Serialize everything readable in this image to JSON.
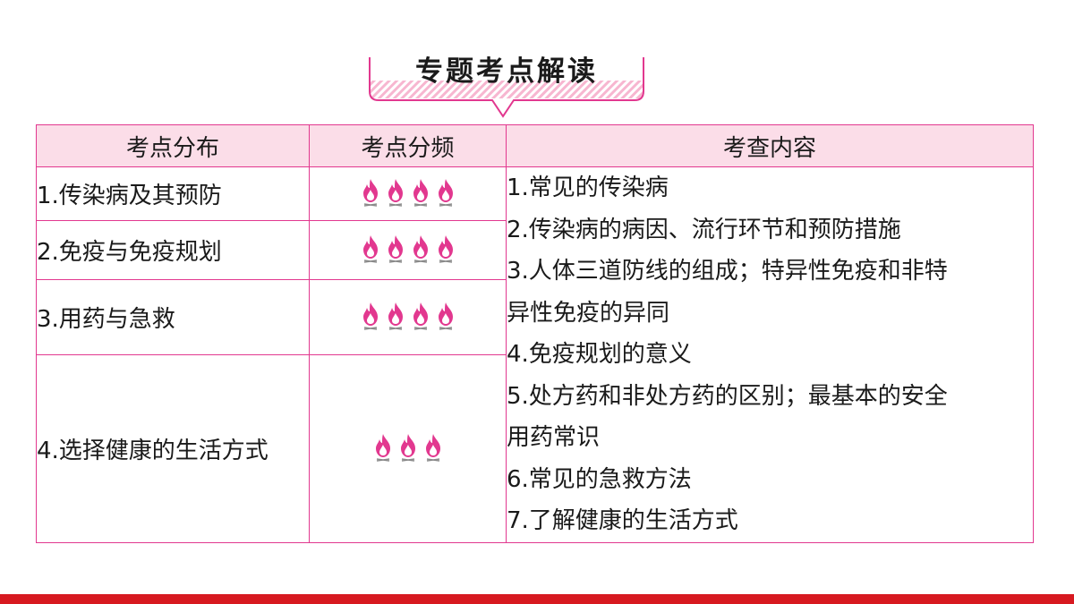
{
  "title": "专题考点解读",
  "colors": {
    "accent": "#e2388f",
    "header_bg": "#fbdde8",
    "title_stripe": "#f7b6d0",
    "bottom_bar": "#d71920"
  },
  "table": {
    "headers": {
      "distribution": "考点分布",
      "frequency": "考点分频",
      "content": "考查内容"
    },
    "rows": [
      {
        "topic": "1.传染病及其预防",
        "flames": 4
      },
      {
        "topic": "2.免疫与免疫规划",
        "flames": 4
      },
      {
        "topic": "3.用药与急救",
        "flames": 4
      },
      {
        "topic": "4.选择健康的生活方式",
        "flames": 3
      }
    ],
    "content_lines": [
      "1.常见的传染病",
      "2.传染病的病因、流行环节和预防措施",
      "3.人体三道防线的组成；特异性免疫和非特",
      "异性免疫的异同",
      "4.免疫规划的意义",
      "5.处方药和非处方药的区别；最基本的安全",
      "用药常识",
      "6.常见的急救方法",
      "7.了解健康的生活方式"
    ]
  },
  "icons": {
    "frequency_mark": "flame-icon"
  }
}
